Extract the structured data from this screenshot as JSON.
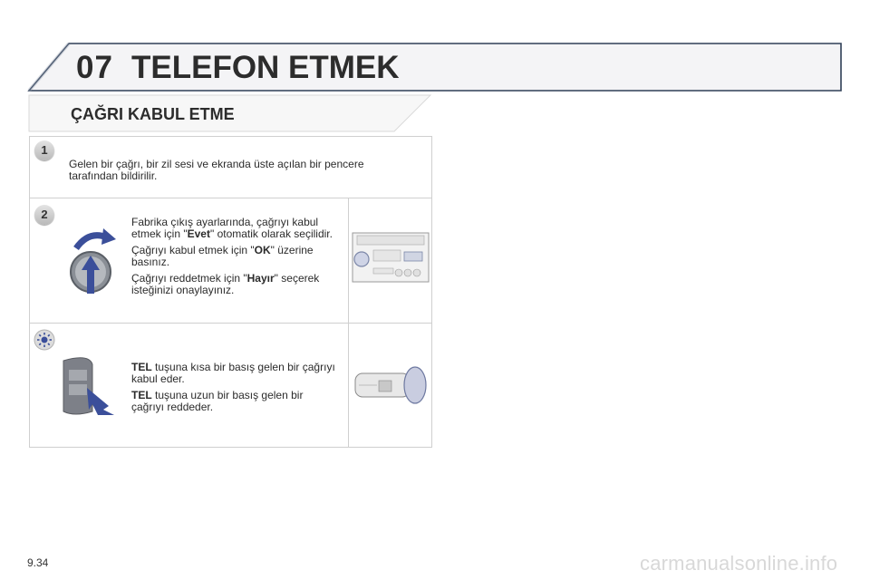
{
  "header": {
    "chapter_number": "07",
    "chapter_title": "TELEFON ETMEK"
  },
  "section": {
    "title": "ÇAĞRI KABUL ETME"
  },
  "steps": [
    {
      "badge": "1",
      "text": "Gelen bir çağrı, bir zil sesi ve ekranda üste açılan bir pencere tarafından bildirilir."
    },
    {
      "badge": "2",
      "p1_a": "Fabrika çıkış ayarlarında, çağrıyı kabul etmek için \"",
      "p1_b": "Evet",
      "p1_c": "\" otomatik olarak seçilidir.",
      "p2_a": "Çağrıyı kabul etmek için \"",
      "p2_b": "OK",
      "p2_c": "\" üzerine basınız.",
      "p3_a": "Çağrıyı reddetmek için \"",
      "p3_b": "Hayır",
      "p3_c": "\" seçerek isteğinizi onaylayınız."
    },
    {
      "badge_icon": "sun-icon",
      "p1_a": "TEL",
      "p1_b": " tuşuna kısa bir basış gelen bir çağrıyı kabul eder.",
      "p2_a": "TEL",
      "p2_b": " tuşuna uzun bir basış gelen bir çağrıyı reddeder."
    }
  ],
  "footer": {
    "page_number": "9.34",
    "watermark": "carmanualsonline.info"
  },
  "colors": {
    "banner_border": "#2f3f57",
    "box_border": "#cfcfcf",
    "arrow_blue": "#3b4f9a"
  }
}
